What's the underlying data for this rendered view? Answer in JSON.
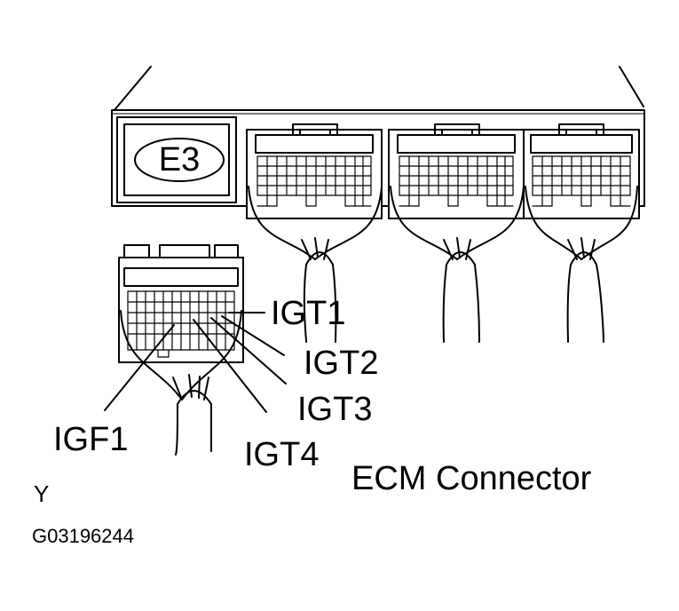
{
  "ecu_label": "E3",
  "pin_labels": {
    "igt1": "IGT1",
    "igt2": "IGT2",
    "igt3": "IGT3",
    "igt4": "IGT4",
    "igf1": "IGF1"
  },
  "caption": "ECM Connector",
  "corner_mark": "Y",
  "figure_code": "G03196244",
  "colors": {
    "line": "#000000",
    "background": "#ffffff"
  }
}
